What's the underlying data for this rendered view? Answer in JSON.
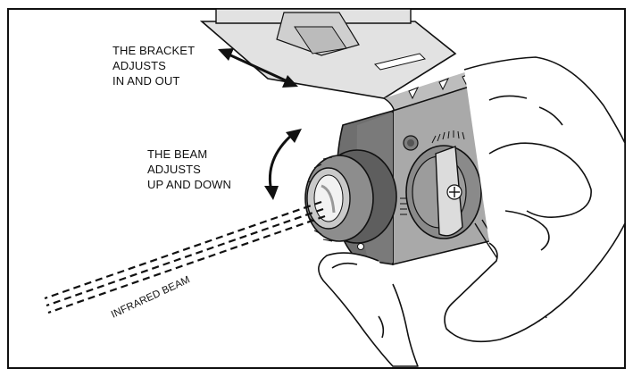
{
  "labels": {
    "bracket": [
      "THE BRACKET",
      "ADJUSTS",
      "IN AND OUT"
    ],
    "beam": [
      "THE BEAM",
      "ADJUSTS",
      "UP AND DOWN"
    ],
    "infrared": "INFRARED BEAM"
  },
  "colors": {
    "frame": "#111111",
    "metal": "#a9a9a9",
    "metal_dark": "#7f7f7f",
    "bracket_top": "#d8d8d8",
    "hand_fill": "#ffffff",
    "ink": "#111111"
  }
}
